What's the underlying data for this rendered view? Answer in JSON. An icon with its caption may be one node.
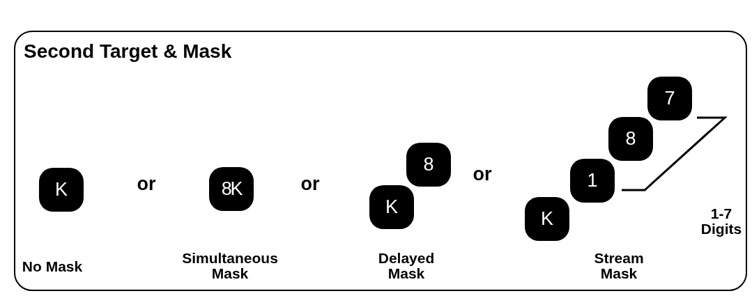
{
  "diagram": {
    "title": "Second Target & Mask",
    "nodes": [
      {
        "text": [
          "K"
        ]
      },
      {
        "text": [
          "8",
          "K"
        ]
      },
      {
        "text": [
          "K"
        ]
      },
      {
        "text": [
          "8"
        ]
      },
      {
        "text": [
          "K"
        ]
      },
      {
        "text": [
          "1"
        ]
      },
      {
        "text": [
          "8"
        ]
      },
      {
        "text": [
          "7"
        ]
      }
    ],
    "labels": [
      "or",
      "or",
      "or",
      "1-7 Digits",
      "No Mask",
      "Simultaneous Mask",
      "Delayed Mask",
      "Stream Mask"
    ]
  }
}
